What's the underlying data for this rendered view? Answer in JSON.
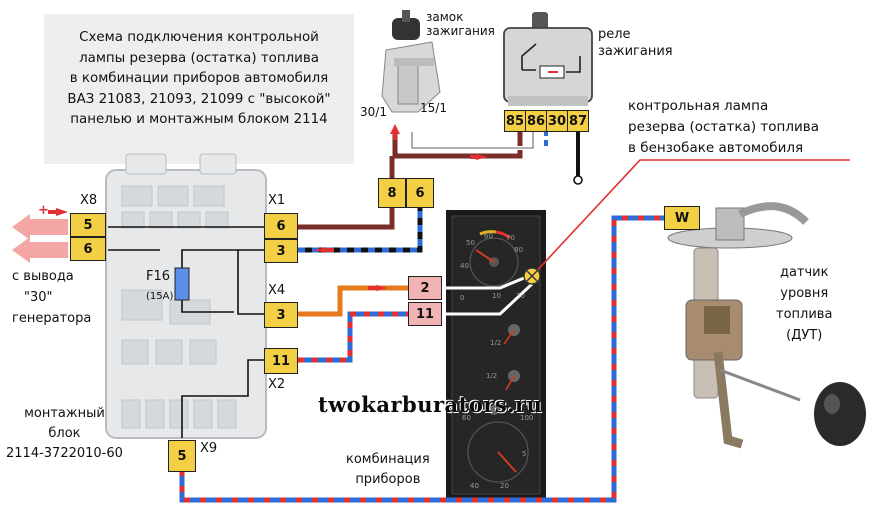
{
  "title_lines": [
    "Схема подключения контрольной",
    "лампы резерва (остатка) топлива",
    "в комбинации приборов автомобиля",
    "ВАЗ 21083, 21093, 21099 с \"высокой\"",
    "панелью и монтажным блоком 2114"
  ],
  "ignition_lock": {
    "label_line1": "замок",
    "label_line2": "зажигания",
    "pin1": "30/1",
    "pin2": "15/1"
  },
  "relay": {
    "label_line1": "реле",
    "label_line2": "зажигания",
    "pins": [
      "85",
      "86",
      "30",
      "87"
    ]
  },
  "lamp": {
    "line1": "контрольная лампа",
    "line2": "резерва (остатка) топлива",
    "line3": "в бензобаке автомобиля"
  },
  "connector_8_6": [
    "8",
    "6"
  ],
  "mount_block": {
    "x8": "X8",
    "x8_pins": [
      "5",
      "6"
    ],
    "x1": "X1",
    "x1_pins": [
      "6",
      "3"
    ],
    "fuse": "F16",
    "fuse_rating": "(15A)",
    "x4": "X4",
    "x4_pin": "3",
    "x2": "X2",
    "x2_pin": "11",
    "x9": "X9",
    "x9_pin": "5",
    "label_line1": "монтажный",
    "label_line2": "блок",
    "label_line3": "2114-3722010-60"
  },
  "generator": {
    "line1": "с вывода",
    "line2": "\"30\"",
    "line3": "генератора",
    "plus": "+"
  },
  "cluster": {
    "pins": [
      "2",
      "11"
    ],
    "label_line1": "комбинация",
    "label_line2": "приборов"
  },
  "sensor": {
    "pin": "W",
    "line1": "датчик",
    "line2": "уровня",
    "line3": "топлива",
    "line4": "(ДУТ)"
  },
  "watermark": "twokarburators.ru",
  "colors": {
    "brown": "#7a2e2a",
    "blue": "#2e6bd6",
    "red": "#e03030",
    "orange": "#e87a1e",
    "black": "#111111",
    "pink_arrow": "#f4a6a4",
    "connector": "#f3cf45"
  }
}
